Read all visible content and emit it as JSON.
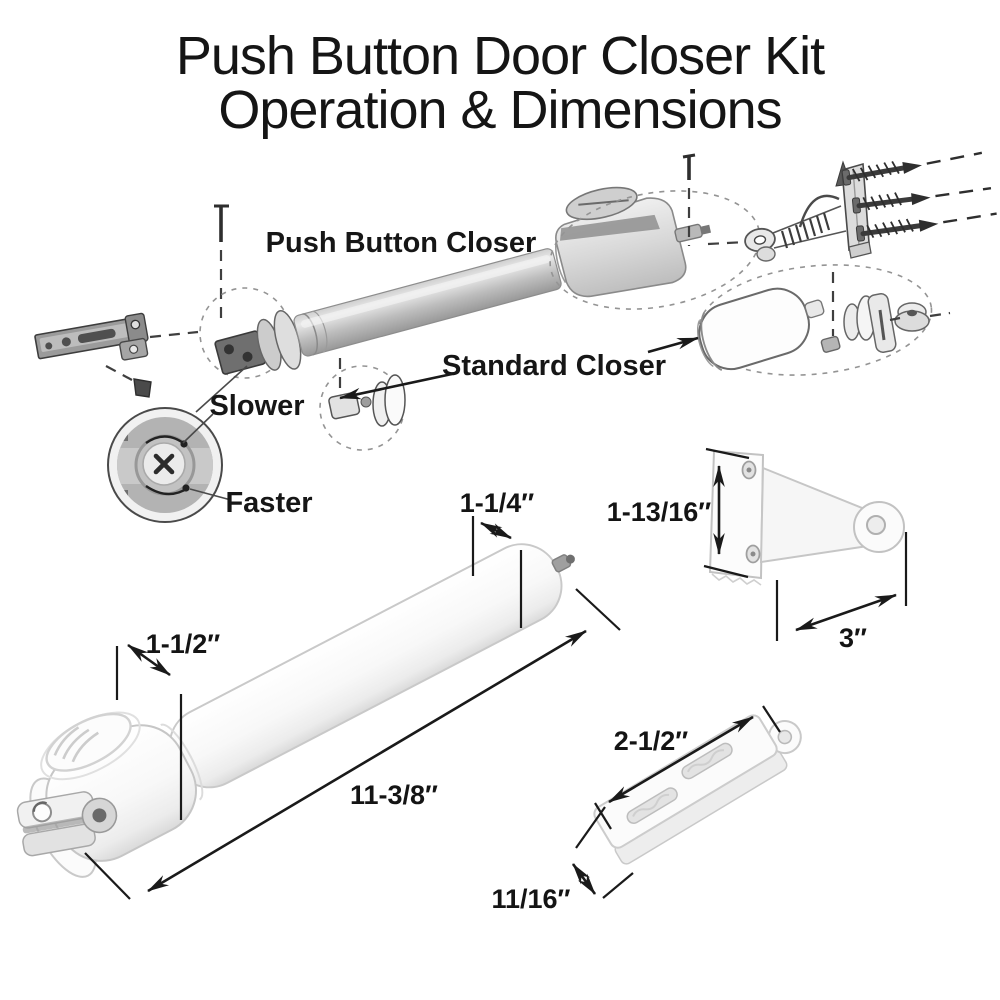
{
  "title": {
    "line1": "Push Button Door Closer Kit",
    "line2": "Operation & Dimensions"
  },
  "exploded_view": {
    "labels": {
      "push_button_closer": "Push Button Closer",
      "standard_closer": "Standard Closer",
      "slower": "Slower",
      "faster": "Faster"
    }
  },
  "dimensioned_drawings": {
    "closer": {
      "button_diameter": "1-1/2″",
      "rod_end_length": "1-1/4″",
      "body_length": "11-3/8″"
    },
    "jamb_bracket": {
      "height": "1-13/16″",
      "depth": "3″"
    },
    "door_bracket": {
      "length": "2-1/2″",
      "width": "11/16″"
    }
  },
  "colors": {
    "background": "#ffffff",
    "ink": "#1a1a1a",
    "metal_dark": "#6e6e6e",
    "metal_mid": "#b9b9b9",
    "metal_light": "#dcdcdc",
    "part_white": "#fcfcfc",
    "part_outline": "#c6c6c6",
    "dash_gray": "#949494"
  }
}
